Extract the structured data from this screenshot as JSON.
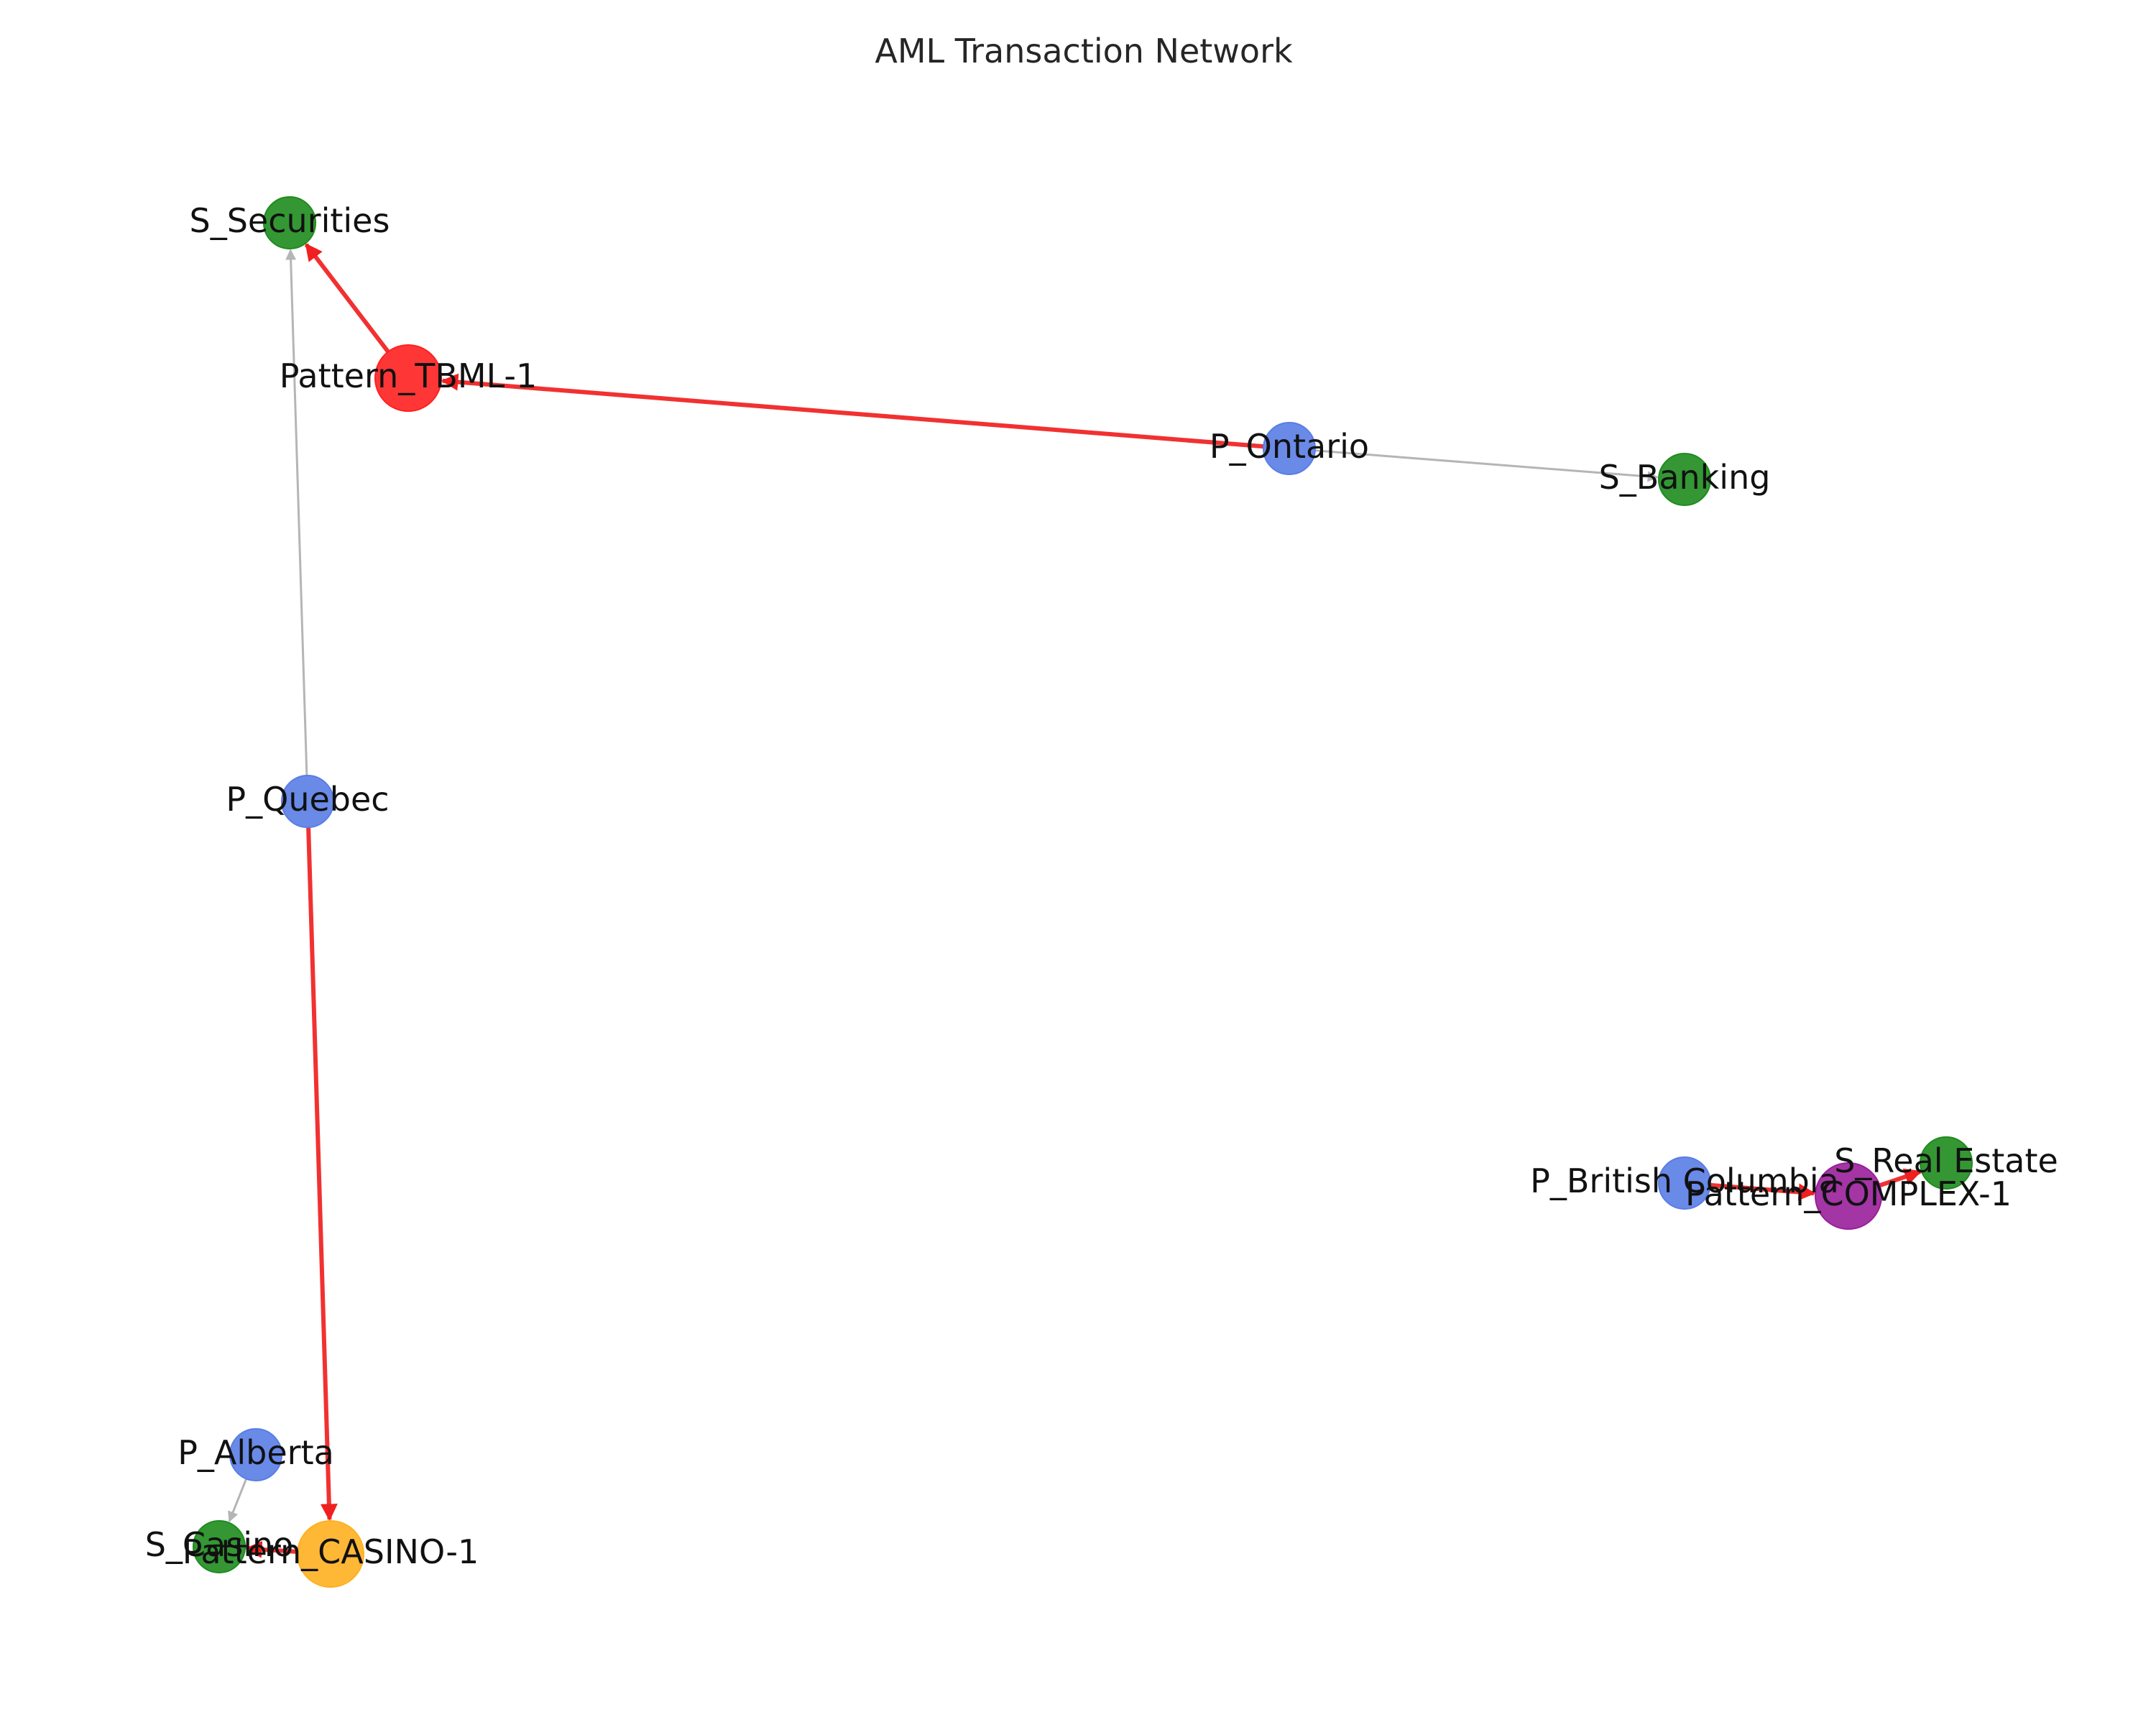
{
  "title": "AML Transaction Network",
  "colors": {
    "province": "#5a7de6",
    "sector": "#1e8c1e",
    "pattern_tbml": "#ff2020",
    "pattern_casino": "#ffb020",
    "pattern_complex": "#9a1f9a",
    "edge_default": "#b5b5b5",
    "edge_suspicious": "#f02020"
  },
  "nodes": [
    {
      "id": "S_Securities",
      "label": "S_Securities",
      "kind": "sector",
      "color": "#1e8c1e"
    },
    {
      "id": "Pattern_TBML-1",
      "label": "Pattern_TBML-1",
      "kind": "pattern",
      "color": "#ff2020"
    },
    {
      "id": "P_Ontario",
      "label": "P_Ontario",
      "kind": "province",
      "color": "#5a7de6"
    },
    {
      "id": "S_Banking",
      "label": "S_Banking",
      "kind": "sector",
      "color": "#1e8c1e"
    },
    {
      "id": "P_Quebec",
      "label": "P_Quebec",
      "kind": "province",
      "color": "#5a7de6"
    },
    {
      "id": "P_British Columbia",
      "label": "P_British Columbia",
      "kind": "province",
      "color": "#5a7de6"
    },
    {
      "id": "Pattern_COMPLEX-1",
      "label": "Pattern_COMPLEX-1",
      "kind": "pattern",
      "color": "#9a1f9a"
    },
    {
      "id": "S_Real Estate",
      "label": "S_Real Estate",
      "kind": "sector",
      "color": "#1e8c1e"
    },
    {
      "id": "P_Alberta",
      "label": "P_Alberta",
      "kind": "province",
      "color": "#5a7de6"
    },
    {
      "id": "S_Casino",
      "label": "S_Casino",
      "kind": "sector",
      "color": "#1e8c1e"
    },
    {
      "id": "Pattern_CASINO-1",
      "label": "Pattern_CASINO-1",
      "kind": "pattern",
      "color": "#ffb020"
    }
  ],
  "edges": [
    {
      "source": "P_Ontario",
      "target": "Pattern_TBML-1",
      "suspicious": true
    },
    {
      "source": "Pattern_TBML-1",
      "target": "S_Securities",
      "suspicious": true
    },
    {
      "source": "P_Ontario",
      "target": "S_Banking",
      "suspicious": false
    },
    {
      "source": "P_Quebec",
      "target": "S_Securities",
      "suspicious": false
    },
    {
      "source": "P_Quebec",
      "target": "Pattern_CASINO-1",
      "suspicious": true
    },
    {
      "source": "P_Alberta",
      "target": "S_Casino",
      "suspicious": false
    },
    {
      "source": "Pattern_CASINO-1",
      "target": "S_Casino",
      "suspicious": true
    },
    {
      "source": "P_British Columbia",
      "target": "Pattern_COMPLEX-1",
      "suspicious": true
    },
    {
      "source": "Pattern_COMPLEX-1",
      "target": "S_Real Estate",
      "suspicious": true
    }
  ]
}
